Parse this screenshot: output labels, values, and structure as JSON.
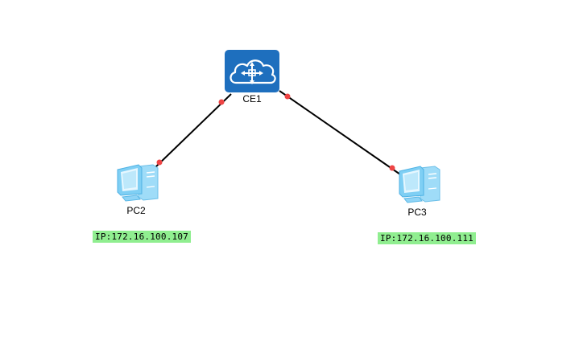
{
  "diagram": {
    "type": "network-topology",
    "colors": {
      "link": "#000000",
      "port_dot": "#ee4444",
      "switch_fill": "#1e6fbe",
      "pc_body": "#8fd4f6",
      "ip_label_bg": "#90ee90",
      "background": "#ffffff"
    },
    "nodes": [
      {
        "id": "CE1",
        "label": "CE1",
        "kind": "cloud-switch",
        "icon": "cloud-router-icon"
      },
      {
        "id": "PC2",
        "label": "PC2",
        "kind": "pc",
        "icon": "pc-icon",
        "ip_label": "IP:172.16.100.107"
      },
      {
        "id": "PC3",
        "label": "PC3",
        "kind": "pc",
        "icon": "pc-icon",
        "ip_label": "IP:172.16.100.111"
      }
    ],
    "links": [
      {
        "from": "CE1",
        "to": "PC2"
      },
      {
        "from": "CE1",
        "to": "PC3"
      }
    ]
  }
}
